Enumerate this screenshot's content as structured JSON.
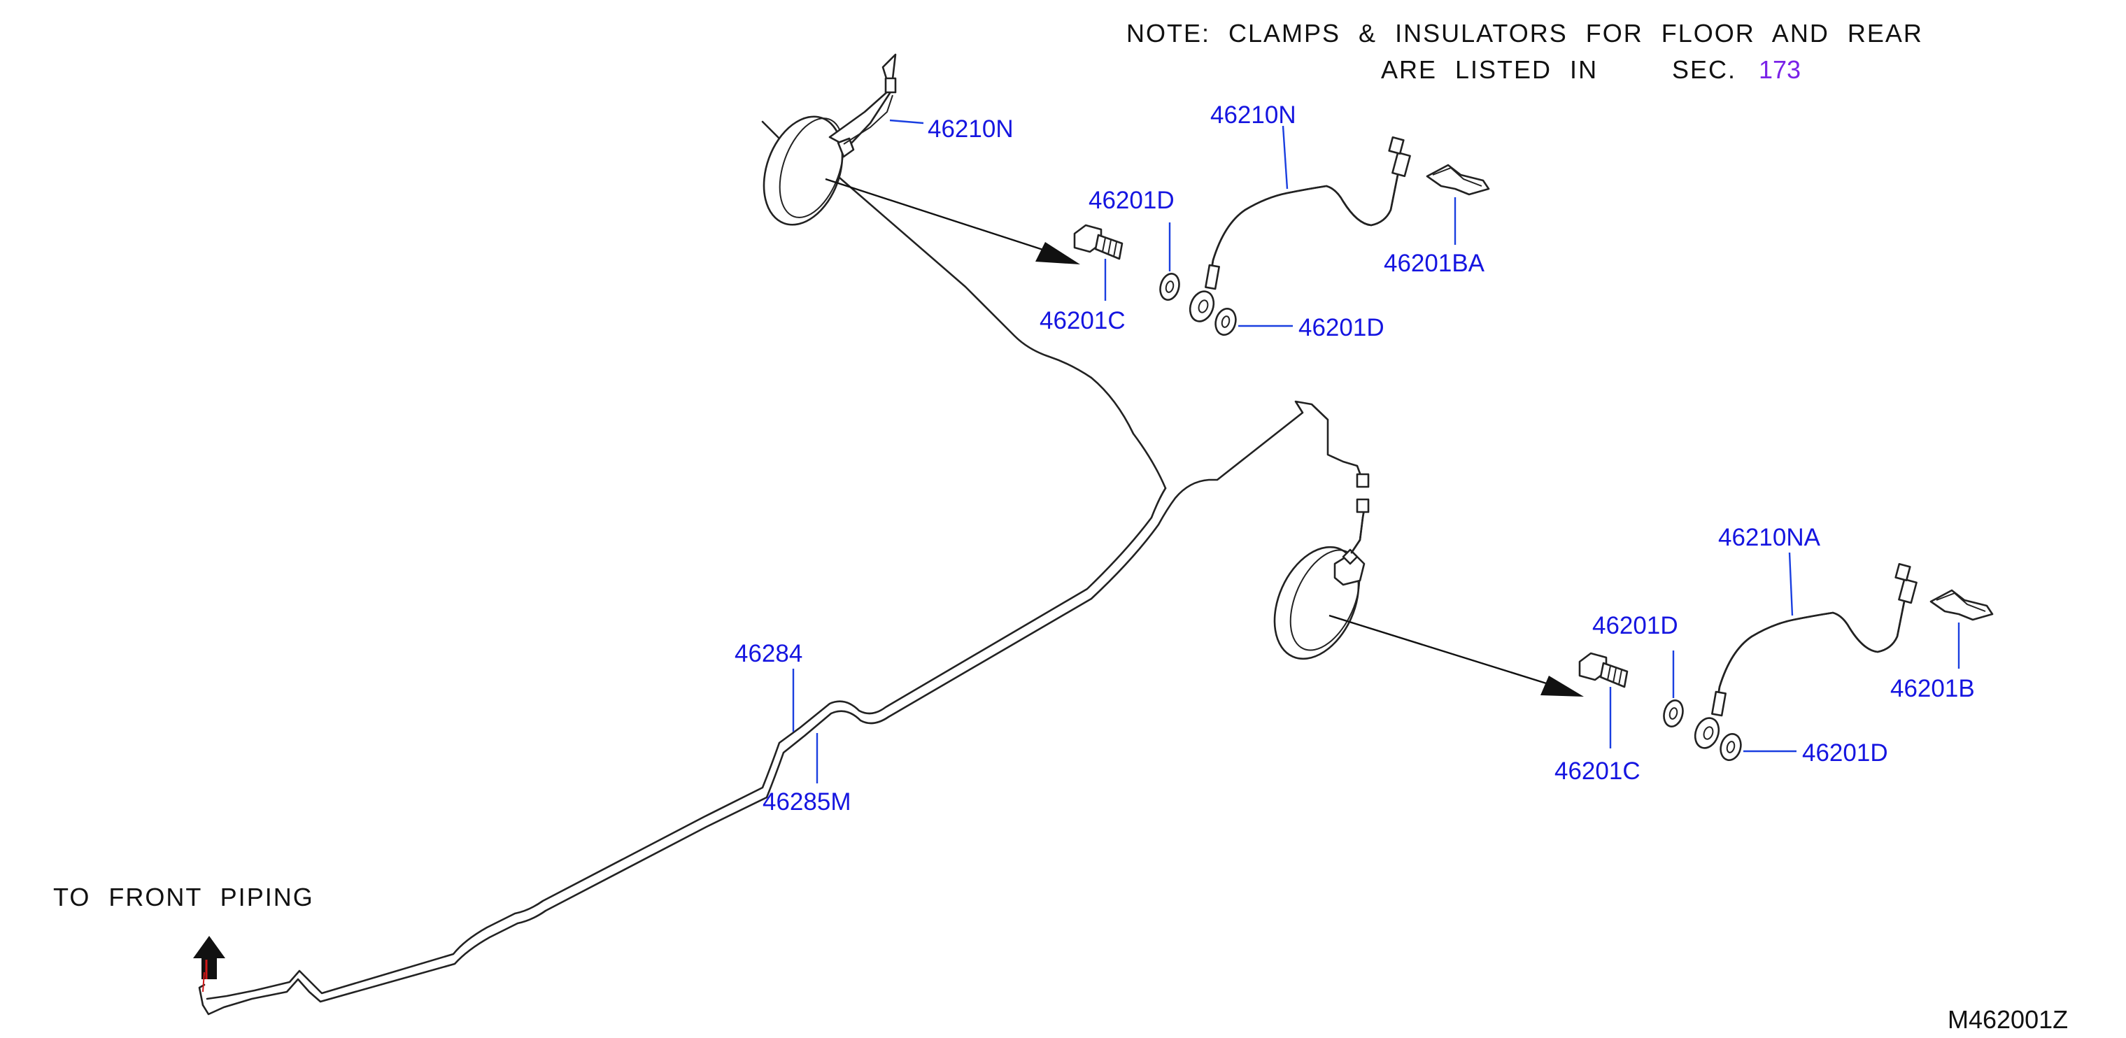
{
  "note": {
    "line1": "NOTE:  CLAMPS  &  INSULATORS  FOR  FLOOR  AND  REAR",
    "line2": "ARE  LISTED  IN",
    "sec_label": "SEC.",
    "sec_ref": "173"
  },
  "front_piping_label": "TO  FRONT  PIPING",
  "diagram_id": "M462001Z",
  "callouts": {
    "hose_upper_on_caliper": "46210N",
    "hose_upper": "46210N",
    "bolt_upper": "46201C",
    "washer_upper_left": "46201D",
    "washer_upper_right": "46201D",
    "clip_upper": "46201BA",
    "hose_lower": "46210NA",
    "bolt_lower": "46201C",
    "washer_lower_left": "46201D",
    "washer_lower_right": "46201D",
    "clip_lower": "46201B",
    "tube_upper": "46284",
    "tube_lower": "46285M"
  },
  "colors": {
    "callout": "#1515e0",
    "reference": "#7a22e8",
    "line": "#222222"
  }
}
